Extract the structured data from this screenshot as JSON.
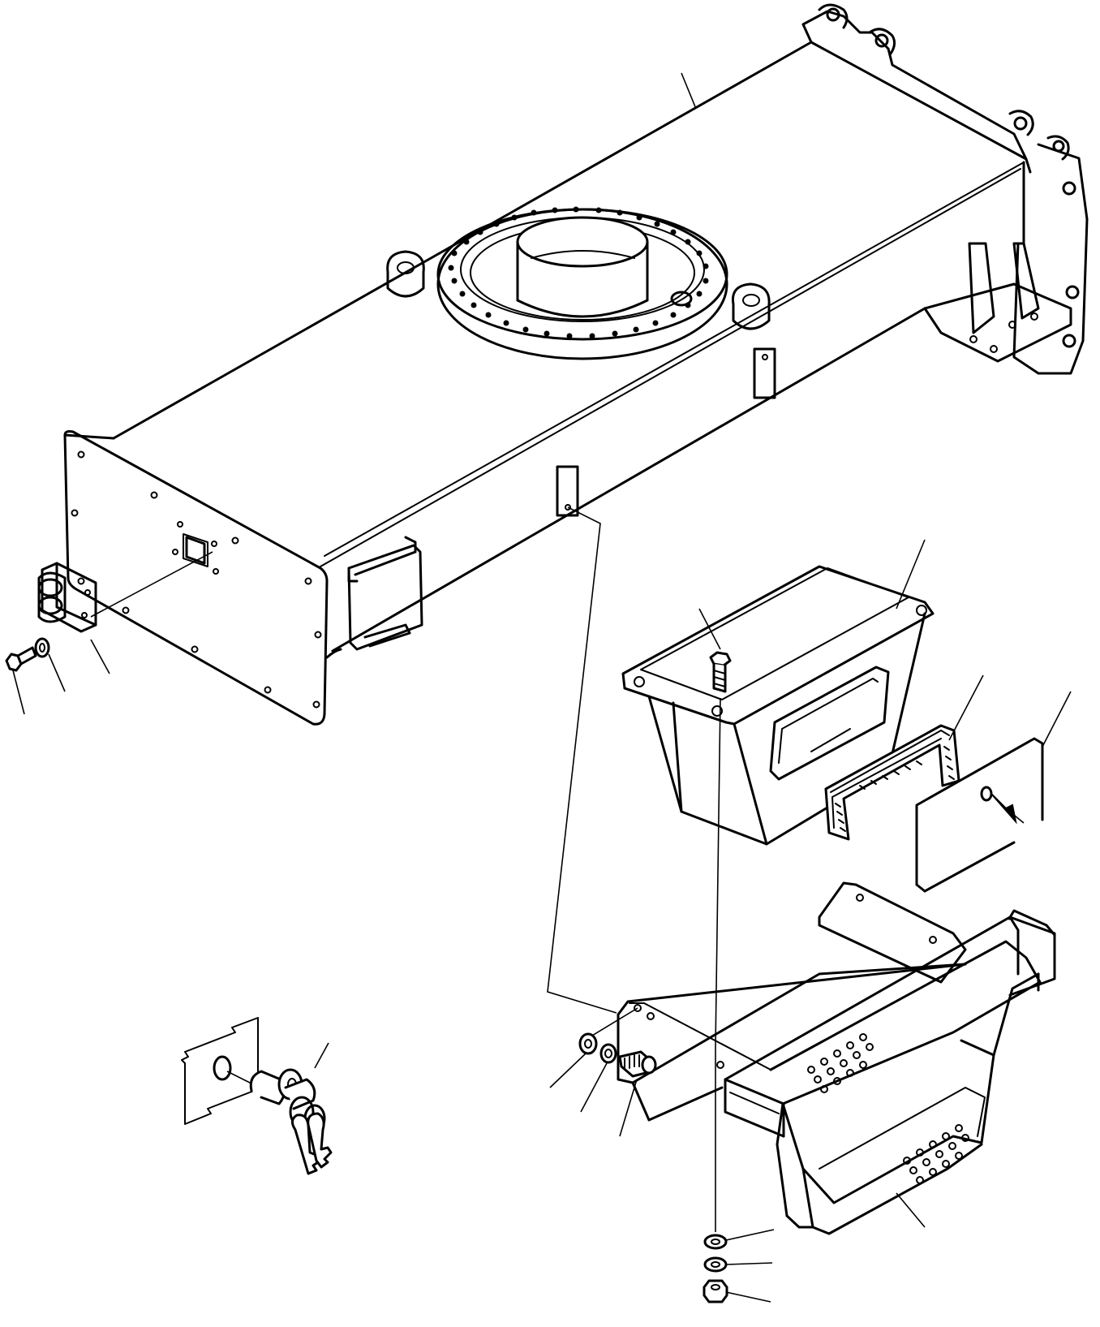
{
  "colors": {
    "line": "#000000",
    "paper": "#ffffff"
  },
  "parts": [
    {
      "name": "main-frame",
      "label": ""
    },
    {
      "name": "hinge-bracket",
      "label": ""
    },
    {
      "name": "bolt",
      "label": ""
    },
    {
      "name": "washer",
      "label": ""
    },
    {
      "name": "tool-box",
      "label": ""
    },
    {
      "name": "handle",
      "label": ""
    },
    {
      "name": "cover-plate",
      "label": ""
    },
    {
      "name": "step",
      "label": ""
    },
    {
      "name": "lock-and-keys",
      "label": ""
    }
  ]
}
